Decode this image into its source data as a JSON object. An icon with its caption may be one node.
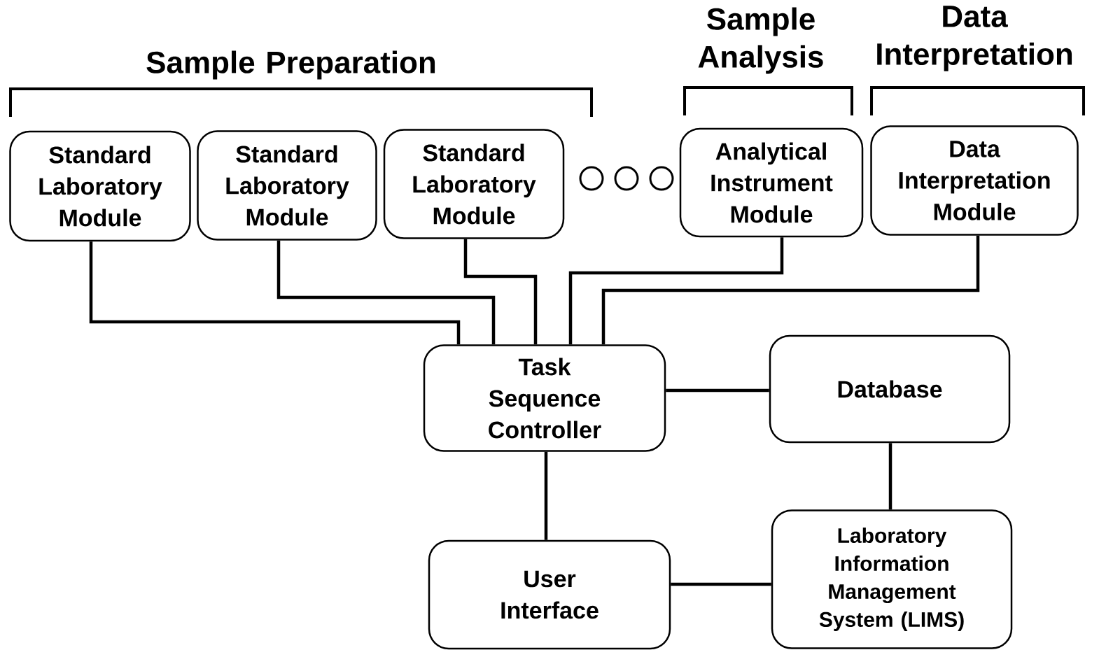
{
  "diagram": {
    "nodes": [
      {
        "text": [
          "Standard Laboratory Module"
        ]
      },
      {
        "text": [
          "Standard Laboratory Module"
        ]
      },
      {
        "text": [
          "Standard Laboratory Module"
        ]
      },
      {
        "text": [
          "Analytical Instrument Module"
        ]
      },
      {
        "text": [
          "Data Interpretation Module"
        ]
      },
      {
        "text": [
          "Task Sequence Controller"
        ]
      },
      {
        "text": [
          "Database"
        ]
      },
      {
        "text": [
          "User Interface"
        ]
      },
      {
        "text": [
          "Laboratory Information Management System (LIMS)"
        ]
      }
    ],
    "edges": [
      {
        "from": 0,
        "to": 5,
        "arrow": "none"
      },
      {
        "from": 1,
        "to": 5,
        "arrow": "none"
      },
      {
        "from": 2,
        "to": 5,
        "arrow": "none"
      },
      {
        "from": 3,
        "to": 5,
        "arrow": "none"
      },
      {
        "from": 4,
        "to": 5,
        "arrow": "none"
      },
      {
        "from": 5,
        "to": 6,
        "arrow": "none"
      },
      {
        "from": 5,
        "to": 7,
        "arrow": "none"
      },
      {
        "from": 6,
        "to": 8,
        "arrow": "none"
      },
      {
        "from": 7,
        "to": 8,
        "arrow": "none"
      }
    ],
    "labels": [
      "Sample Preparation",
      "Sample Analysis",
      "Data Interpretation"
    ]
  }
}
